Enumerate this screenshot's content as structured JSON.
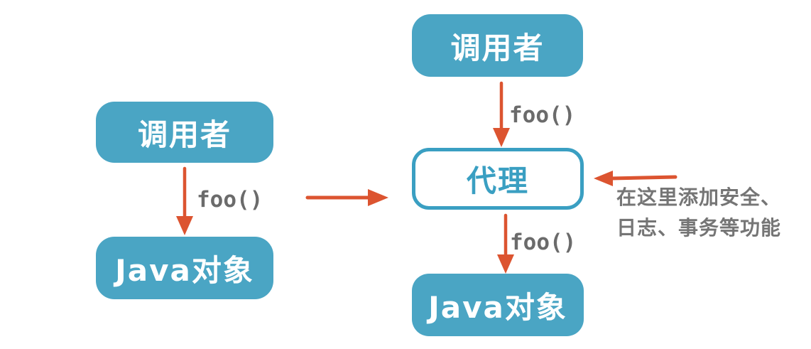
{
  "diagram": {
    "left_flow": {
      "caller_label": "调用者",
      "call_label": "foo()",
      "target_label": "Java对象"
    },
    "right_flow": {
      "caller_label": "调用者",
      "call_label_top": "foo()",
      "proxy_label": "代理",
      "call_label_bottom": "foo()",
      "target_label": "Java对象"
    },
    "annotation": {
      "line1": "在这里添加安全、",
      "line2": "日志、事务等功能"
    },
    "colors": {
      "node_fill": "#4AA5C4",
      "proxy_border": "#3A9FC2",
      "arrow": "#DC5430",
      "label_text": "#6B6B6B",
      "node_text": "#FFFFFF",
      "background": "#FFFFFF"
    }
  }
}
